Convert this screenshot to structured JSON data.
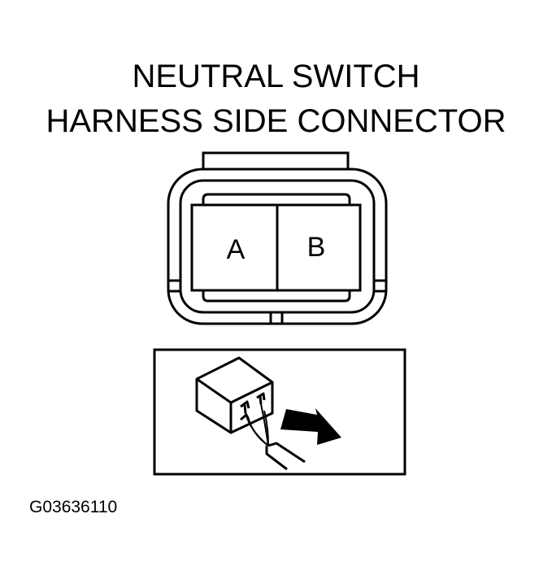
{
  "title": {
    "line1": "NEUTRAL SWITCH",
    "line2": "HARNESS SIDE CONNECTOR"
  },
  "connector": {
    "pins": [
      {
        "label": "A"
      },
      {
        "label": "B"
      }
    ]
  },
  "inset": {
    "description": "probe inserted into back of harness connector",
    "icon": "arrow-icon"
  },
  "figure_code": "G03636110",
  "colors": {
    "line": "#000000",
    "background": "#ffffff"
  }
}
